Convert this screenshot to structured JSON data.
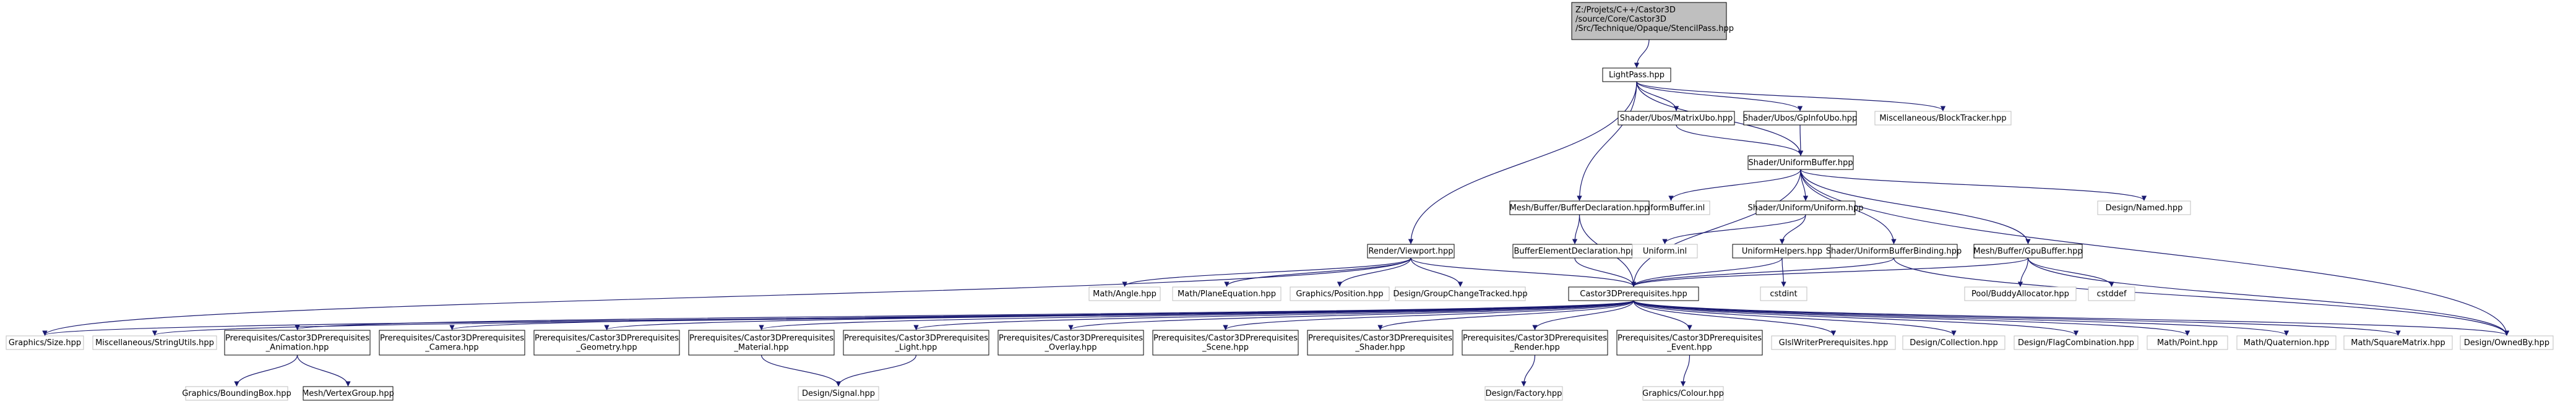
{
  "root": [
    "Z:/Projets/C++/Castor3D",
    "/source/Core/Castor3D",
    "/Src/Technique/Opaque/StencilPass.hpp"
  ],
  "nodes": {
    "lightpass": "LightPass.hpp",
    "matrixubo": "Shader/Ubos/MatrixUbo.hpp",
    "gpinfoubo": "Shader/Ubos/GpInfoUbo.hpp",
    "blocktracker": "Miscellaneous/BlockTracker.hpp",
    "uniformbuffer": "Shader/UniformBuffer.hpp",
    "uniformbufferinl": "UniformBuffer.inl",
    "uniform": "Shader/Uniform/Uniform.hpp",
    "named": "Design/Named.hpp",
    "bufferdecl": "Mesh/Buffer/BufferDeclaration.hpp",
    "bufferelemdecl": "BufferElementDeclaration.hpp",
    "uniforminl": "Uniform.inl",
    "uniformhelpers": "UniformHelpers.hpp",
    "uniformbufferbinding": "Shader/UniformBufferBinding.hpp",
    "gpubuffer": "Mesh/Buffer/GpuBuffer.hpp",
    "viewport": "Render/Viewport.hpp",
    "angle": "Math/Angle.hpp",
    "planeeq": "Math/PlaneEquation.hpp",
    "position": "Graphics/Position.hpp",
    "groupchange": "Design/GroupChangeTracked.hpp",
    "cstdint": "cstdint",
    "buddyalloc": "Pool/BuddyAllocator.hpp",
    "cstddef": "cstddef",
    "prereq": "Castor3DPrerequisites.hpp",
    "size": "Graphics/Size.hpp",
    "stringutils": "Miscellaneous/StringUtils.hpp",
    "prereq_anim": [
      "Prerequisites/Castor3DPrerequisites",
      "_Animation.hpp"
    ],
    "prereq_camera": [
      "Prerequisites/Castor3DPrerequisites",
      "_Camera.hpp"
    ],
    "prereq_geom": [
      "Prerequisites/Castor3DPrerequisites",
      "_Geometry.hpp"
    ],
    "prereq_mat": [
      "Prerequisites/Castor3DPrerequisites",
      "_Material.hpp"
    ],
    "prereq_light": [
      "Prerequisites/Castor3DPrerequisites",
      "_Light.hpp"
    ],
    "prereq_overlay": [
      "Prerequisites/Castor3DPrerequisites",
      "_Overlay.hpp"
    ],
    "prereq_scene": [
      "Prerequisites/Castor3DPrerequisites",
      "_Scene.hpp"
    ],
    "prereq_shader": [
      "Prerequisites/Castor3DPrerequisites",
      "_Shader.hpp"
    ],
    "prereq_render": [
      "Prerequisites/Castor3DPrerequisites",
      "_Render.hpp"
    ],
    "prereq_event": [
      "Prerequisites/Castor3DPrerequisites",
      "_Event.hpp"
    ],
    "glslwriter": "GlslWriterPrerequisites.hpp",
    "collection": "Design/Collection.hpp",
    "flagcomb": "Design/FlagCombination.hpp",
    "point": "Math/Point.hpp",
    "quaternion": "Math/Quaternion.hpp",
    "squarematrix": "Math/SquareMatrix.hpp",
    "ownedby": "Design/OwnedBy.hpp",
    "boundingbox": "Graphics/BoundingBox.hpp",
    "vertexgroup": "Mesh/VertexGroup.hpp",
    "signal": "Design/Signal.hpp",
    "factory": "Design/Factory.hpp",
    "colour": "Graphics/Colour.hpp"
  },
  "edges": [
    [
      "root",
      "lightpass"
    ],
    [
      "lightpass",
      "matrixubo"
    ],
    [
      "lightpass",
      "gpinfoubo"
    ],
    [
      "lightpass",
      "blocktracker"
    ],
    [
      "lightpass",
      "uniformbuffer"
    ],
    [
      "lightpass",
      "bufferdecl"
    ],
    [
      "lightpass",
      "viewport"
    ],
    [
      "matrixubo",
      "uniformbuffer"
    ],
    [
      "gpinfoubo",
      "uniformbuffer"
    ],
    [
      "uniformbuffer",
      "uniformbufferinl"
    ],
    [
      "uniformbuffer",
      "uniform"
    ],
    [
      "uniformbuffer",
      "named"
    ],
    [
      "uniformbuffer",
      "uniformbufferbinding"
    ],
    [
      "uniformbuffer",
      "gpubuffer"
    ],
    [
      "uniformbuffer",
      "prereq"
    ],
    [
      "uniformbuffer",
      "ownedby"
    ],
    [
      "uniform",
      "uniforminl"
    ],
    [
      "uniform",
      "uniformhelpers"
    ],
    [
      "uniformhelpers",
      "cstdint"
    ],
    [
      "uniformhelpers",
      "prereq"
    ],
    [
      "uniformbufferbinding",
      "prereq"
    ],
    [
      "uniformbufferbinding",
      "ownedby"
    ],
    [
      "bufferdecl",
      "bufferelemdecl"
    ],
    [
      "bufferdecl",
      "prereq"
    ],
    [
      "bufferelemdecl",
      "prereq"
    ],
    [
      "gpubuffer",
      "buddyalloc"
    ],
    [
      "gpubuffer",
      "cstddef"
    ],
    [
      "gpubuffer",
      "prereq"
    ],
    [
      "gpubuffer",
      "ownedby"
    ],
    [
      "viewport",
      "angle"
    ],
    [
      "viewport",
      "planeeq"
    ],
    [
      "viewport",
      "position"
    ],
    [
      "viewport",
      "groupchange"
    ],
    [
      "viewport",
      "prereq"
    ],
    [
      "viewport",
      "size"
    ],
    [
      "prereq",
      "size"
    ],
    [
      "prereq",
      "stringutils"
    ],
    [
      "prereq",
      "prereq_anim"
    ],
    [
      "prereq",
      "prereq_camera"
    ],
    [
      "prereq",
      "prereq_geom"
    ],
    [
      "prereq",
      "prereq_mat"
    ],
    [
      "prereq",
      "prereq_light"
    ],
    [
      "prereq",
      "prereq_overlay"
    ],
    [
      "prereq",
      "prereq_scene"
    ],
    [
      "prereq",
      "prereq_shader"
    ],
    [
      "prereq",
      "prereq_render"
    ],
    [
      "prereq",
      "prereq_event"
    ],
    [
      "prereq",
      "glslwriter"
    ],
    [
      "prereq",
      "collection"
    ],
    [
      "prereq",
      "flagcomb"
    ],
    [
      "prereq",
      "point"
    ],
    [
      "prereq",
      "quaternion"
    ],
    [
      "prereq",
      "squarematrix"
    ],
    [
      "prereq",
      "ownedby"
    ],
    [
      "prereq_anim",
      "boundingbox"
    ],
    [
      "prereq_anim",
      "vertexgroup"
    ],
    [
      "prereq_mat",
      "signal"
    ],
    [
      "prereq_light",
      "signal"
    ],
    [
      "prereq_render",
      "factory"
    ],
    [
      "prereq_event",
      "colour"
    ]
  ],
  "colors": {
    "root_fill": "#bfbfbf",
    "edge": "#191970",
    "box_stroke": "#000000",
    "ghost_stroke": "#bfbfbf"
  }
}
